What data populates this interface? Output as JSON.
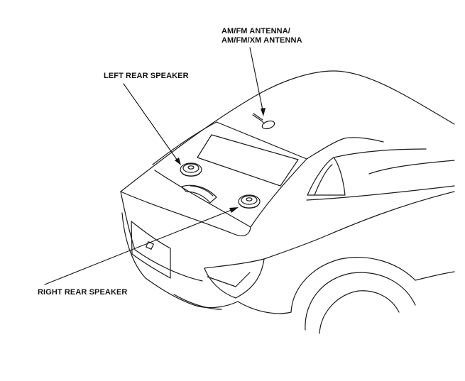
{
  "labels": {
    "antenna_line1": "AM/FM ANTENNA/",
    "antenna_line2": "AM/FM/XM  ANTENNA",
    "left_rear_speaker": "LEFT REAR SPEAKER",
    "right_rear_speaker": "RIGHT REAR SPEAKER"
  },
  "colors": {
    "line": "#1a1a1a",
    "background": "#ffffff"
  }
}
